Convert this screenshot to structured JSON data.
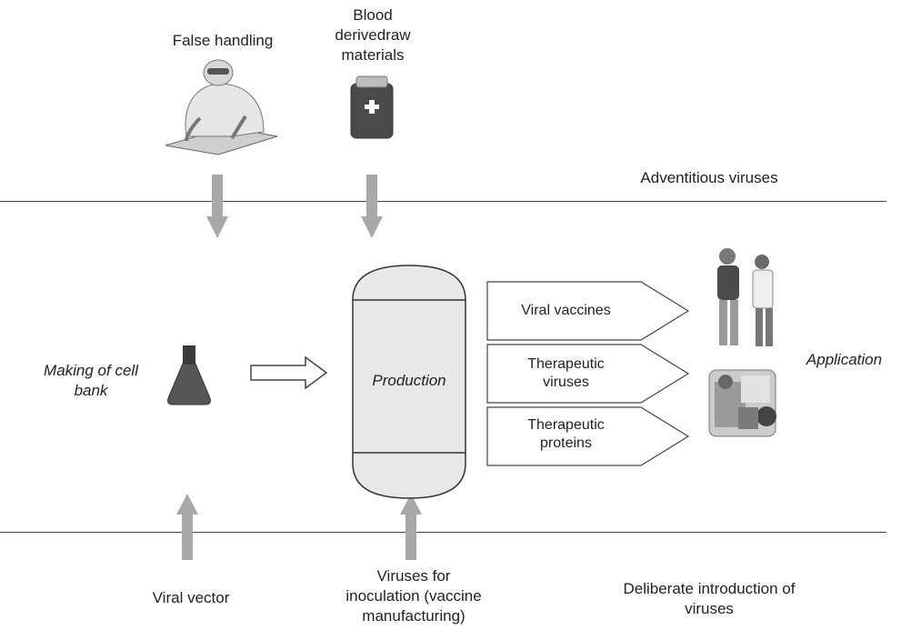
{
  "top_labels": {
    "false_handling": "False handling",
    "blood_materials": "Blood\nderivedraw\nmaterials",
    "adventitious": "Adventitious viruses"
  },
  "middle": {
    "cell_bank": "Making of cell\nbank",
    "production": "Production",
    "application": "Application",
    "outputs": [
      {
        "label": "Viral vaccines"
      },
      {
        "label": "Therapeutic\nviruses"
      },
      {
        "label": "Therapeutic\nproteins"
      }
    ]
  },
  "bottom_labels": {
    "viral_vector": "Viral vector",
    "inoculation": "Viruses for\ninoculation (vaccine\nmanufacturing)",
    "deliberate": "Deliberate introduction of\nviruses"
  },
  "icons": {
    "worker": "lab-worker-icon",
    "blood_bag": "blood-bag-icon",
    "flask": "flask-icon",
    "people": "doctor-patient-icon",
    "surgery": "surgery-icon"
  }
}
